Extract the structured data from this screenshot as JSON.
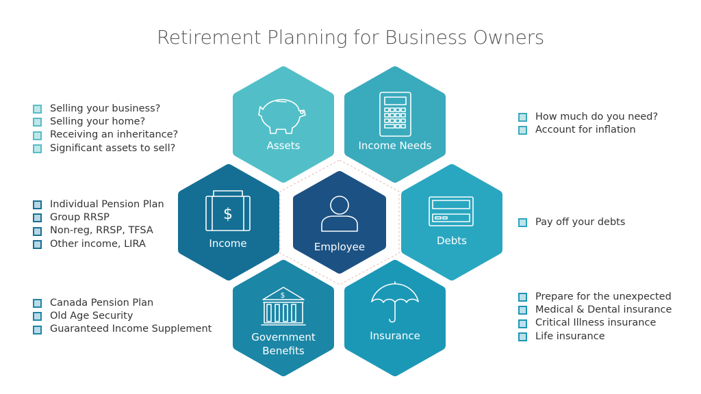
{
  "title": "Retirement Planning for Business Owners",
  "hexagons": {
    "assets": {
      "label": "Assets",
      "icon": "piggy-bank-icon",
      "color": "#52bfc8"
    },
    "income_needs": {
      "label": "Income Needs",
      "icon": "calculator-icon",
      "color": "#3aabbd"
    },
    "income": {
      "label": "Income",
      "icon": "briefcase-dollar-icon",
      "color": "#156f95"
    },
    "employee": {
      "label": "Employee",
      "icon": "person-icon",
      "color": "#1c5183"
    },
    "debts": {
      "label": "Debts",
      "icon": "credit-card-icon",
      "color": "#2aa7c0"
    },
    "government_benefits": {
      "label_line1": "Government",
      "label_line2": "Benefits",
      "icon": "bank-building-icon",
      "color": "#1b86a6"
    },
    "insurance": {
      "label": "Insurance",
      "icon": "umbrella-icon",
      "color": "#1c98b7"
    }
  },
  "lists": {
    "assets": [
      "Selling your business?",
      "Selling your home?",
      "Receiving an inheritance?",
      "Significant assets to sell?"
    ],
    "income": [
      "Individual Pension Plan",
      "Group RRSP",
      "Non-reg, RRSP, TFSA",
      "Other income, LIRA"
    ],
    "government_benefits": [
      "Canada Pension Plan",
      "Old Age Security",
      "Guaranteed Income Supplement"
    ],
    "income_needs": [
      "How much do you need?",
      "Account for inflation"
    ],
    "debts": [
      "Pay off your debts"
    ],
    "insurance": [
      "Prepare for the unexpected",
      "Medical & Dental insurance",
      "Critical Illness insurance",
      "Life insurance"
    ]
  }
}
